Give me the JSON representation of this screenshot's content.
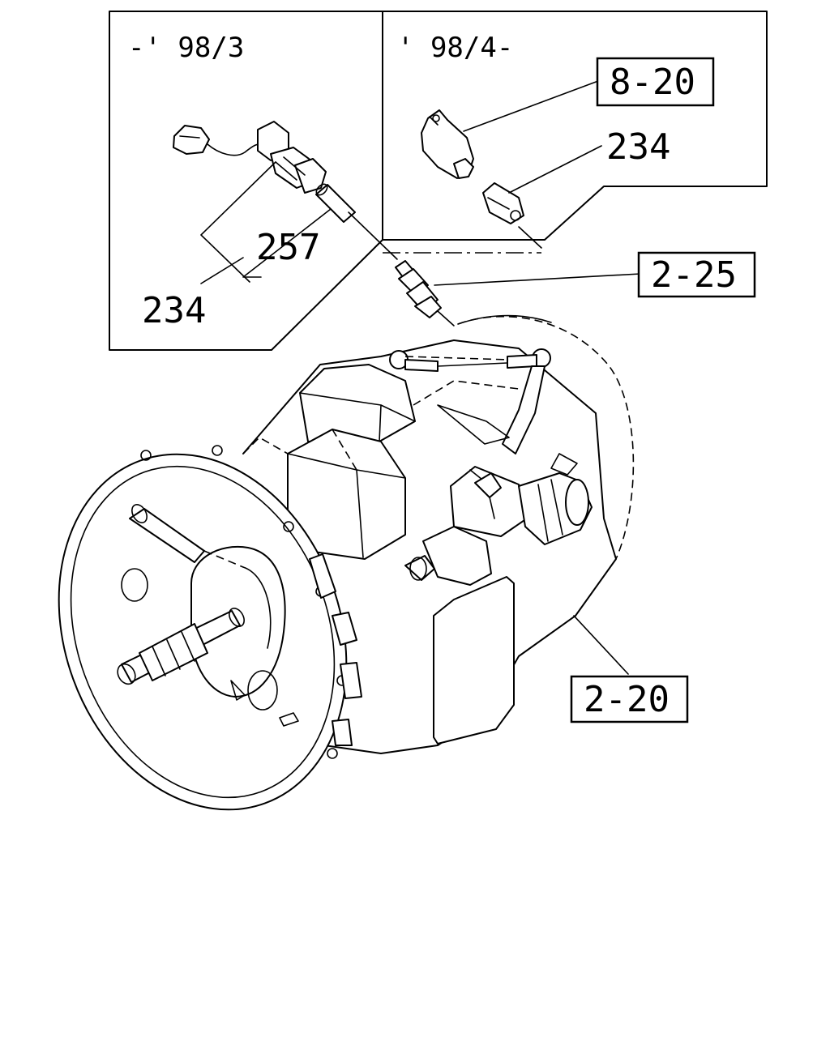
{
  "insets": {
    "left_period": "-' 98/3",
    "right_period": "' 98/4-"
  },
  "callouts": {
    "ref_8_20": "8-20",
    "part_234_right": "234",
    "ref_2_25": "2-25",
    "part_257": "257",
    "part_234_left": "234",
    "ref_2_20": "2-20"
  }
}
